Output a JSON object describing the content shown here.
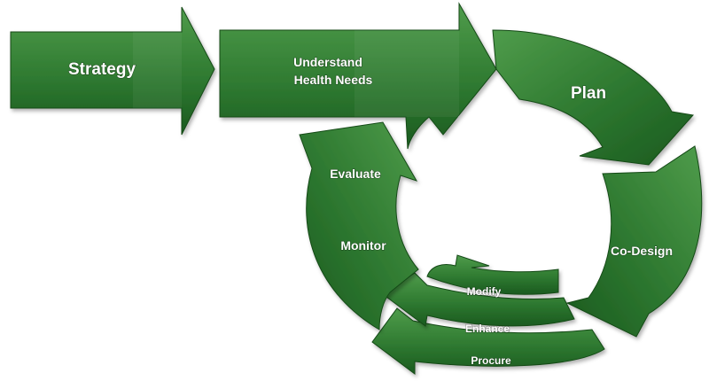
{
  "diagram": {
    "colors": {
      "fill_light": "#4f9c4b",
      "fill_mid": "#2f7a31",
      "fill_dark": "#1a5a1f",
      "edge": "#134a17",
      "text": "#ffffff"
    },
    "stages": {
      "strategy": "Strategy",
      "understand_line1": "Understand",
      "understand_line2": "Health Needs",
      "plan": "Plan",
      "co_design": "Co-Design",
      "modify": "Modify",
      "enhance": "Enhance",
      "procure": "Procure",
      "monitor": "Monitor",
      "evaluate": "Evaluate"
    }
  }
}
